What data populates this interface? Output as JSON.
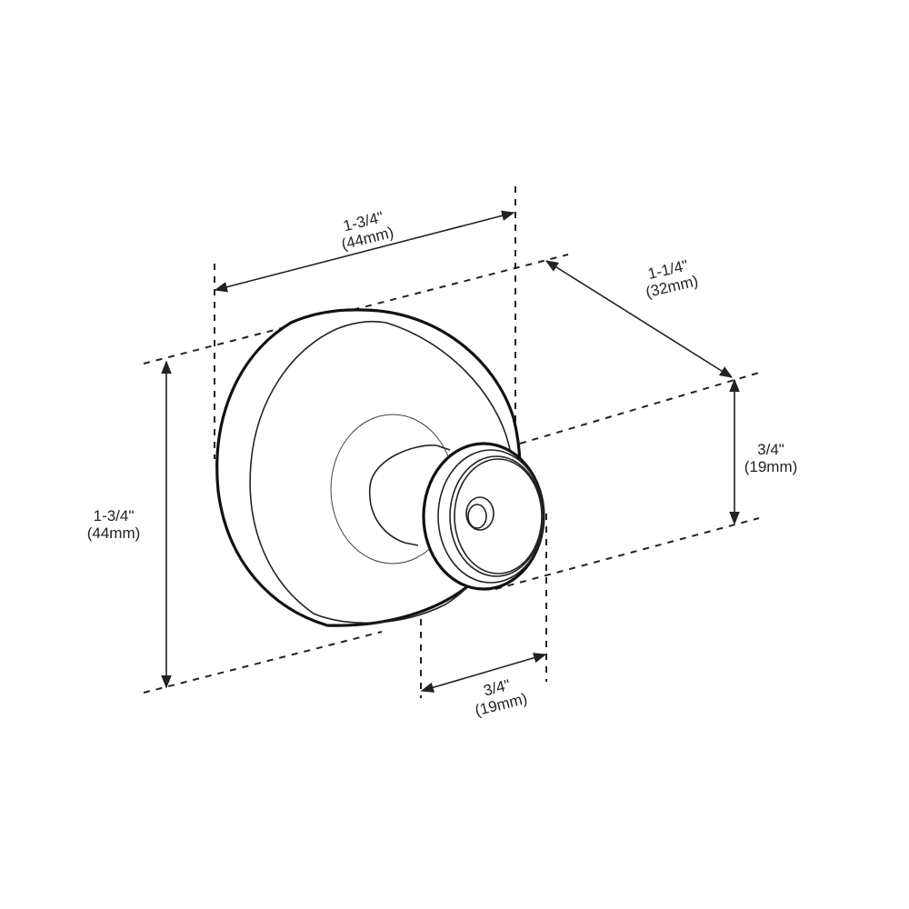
{
  "diagram": {
    "subject": "Round cabinet knob with mounting base",
    "stroke_color": "#222222",
    "background": "#ffffff",
    "dimensions": {
      "base_width": {
        "imperial": "1-3/4\"",
        "metric": "(44mm)"
      },
      "base_height": {
        "imperial": "1-3/4\"",
        "metric": "(44mm)"
      },
      "projection": {
        "imperial": "1-1/4\"",
        "metric": "(32mm)"
      },
      "knob_height": {
        "imperial": "3/4\"",
        "metric": "(19mm)"
      },
      "knob_width": {
        "imperial": "3/4\"",
        "metric": "(19mm)"
      }
    }
  }
}
